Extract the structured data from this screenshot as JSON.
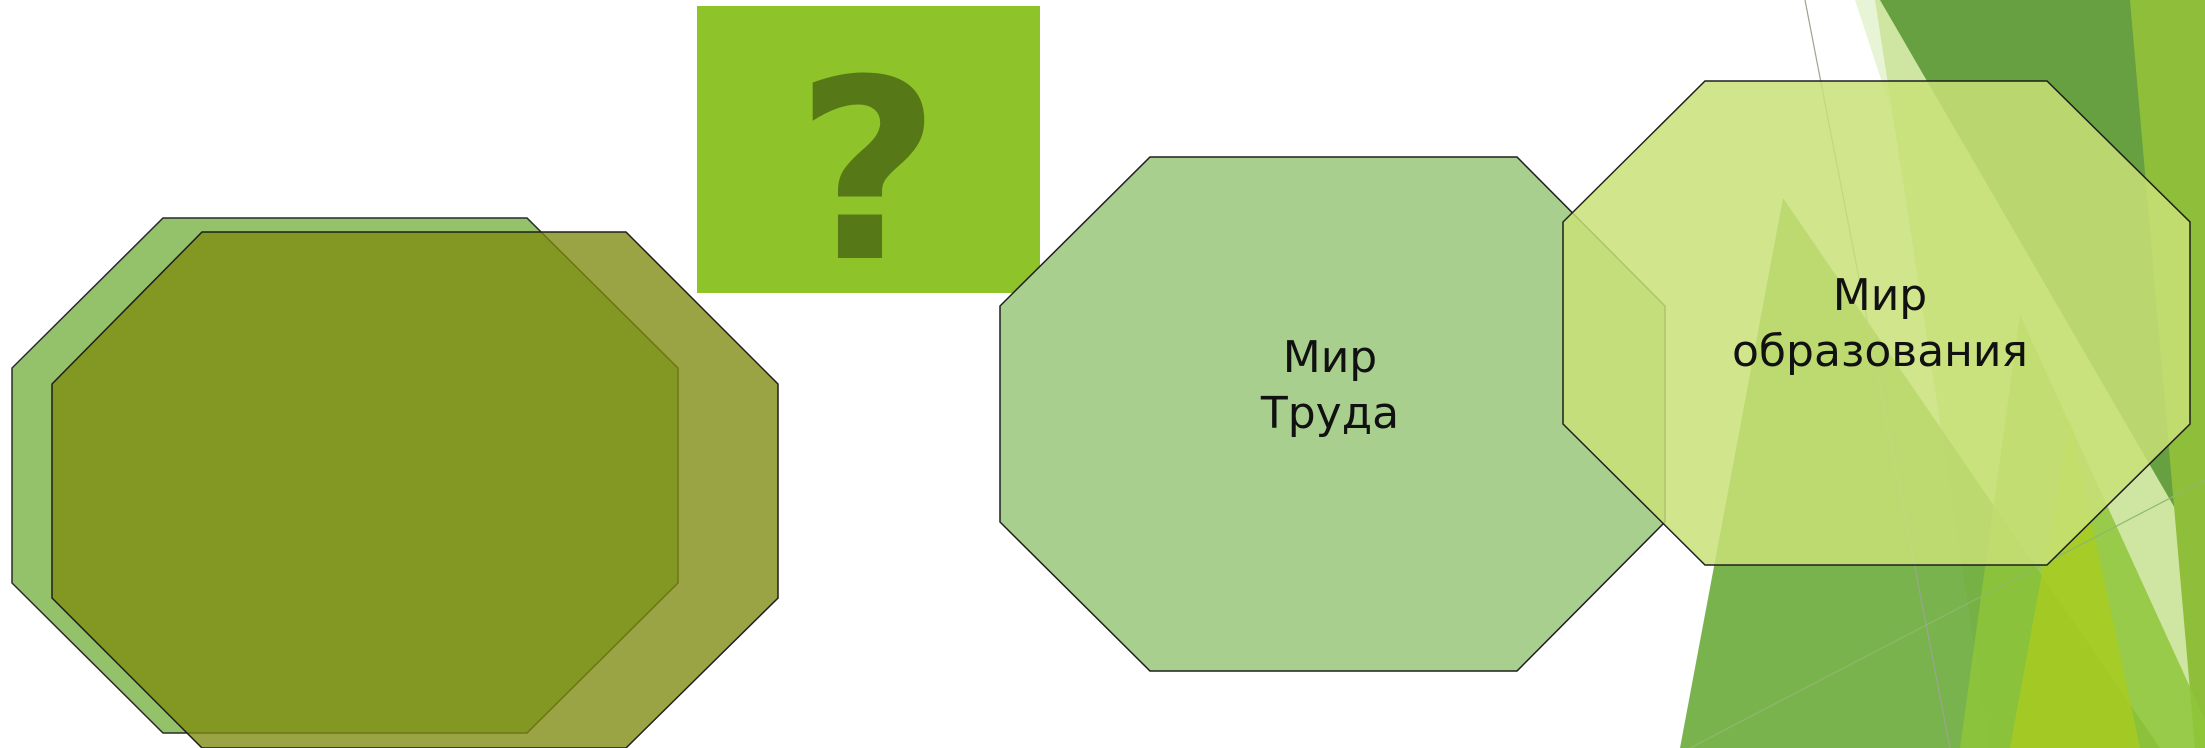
{
  "slide": {
    "question_mark": "?",
    "octagons": {
      "left_back": {
        "fill": "#8dbf63",
        "opacity": 0.95
      },
      "left_front": {
        "fill": "#7f8a10",
        "opacity": 0.78
      },
      "work": {
        "fill": "#a9cf8e",
        "label_lines": [
          "Мир",
          "Труда"
        ]
      },
      "education": {
        "fill": "#c9e178",
        "label_lines": [
          "Мир",
          "образования"
        ]
      }
    },
    "colors": {
      "question_box": "#8fc32a",
      "question_glyph": "#567817",
      "accent_dark": "#5d9a35",
      "accent_mid": "#7cb342",
      "accent_light": "#a8d05a",
      "accent_pale": "#d8ecb3"
    }
  }
}
